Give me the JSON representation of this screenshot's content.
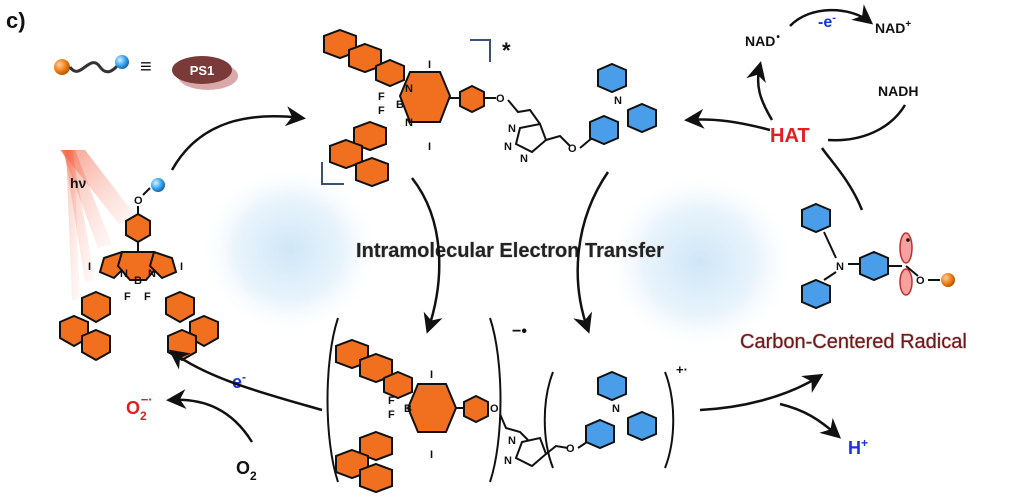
{
  "panel_label": "c)",
  "ps1_label": "PS1",
  "equiv_symbol": "≡",
  "excited_star": "*",
  "hv_label": "hν",
  "center_title": "Intramolecular Electron Transfer",
  "nad_radical": "NAD",
  "nad_radical_dot": "•",
  "electron_loss": "-e",
  "electron_loss_sup": "-",
  "nad_plus": "NAD",
  "nad_plus_sup": "+",
  "nadh": "NADH",
  "hat": "HAT",
  "carbon_radical": "Carbon-Centered Radical",
  "electron": "e",
  "electron_sup": "-",
  "superoxide": "O",
  "superoxide_sub": "2",
  "superoxide_sup": "−·",
  "oxygen": "O",
  "oxygen_sub": "2",
  "proton": "H",
  "proton_sup": "+",
  "anion_charge": "−•",
  "cation_charge": "+·",
  "atoms": {
    "N": "N",
    "B": "B",
    "F": "F",
    "I": "I",
    "O": "O"
  },
  "colors": {
    "bodipy_orange": "#f07020",
    "phenyl_blue": "#4a9de8",
    "ps1_fill": "#7a3a3a",
    "hat_red": "#e02020",
    "radical_brown": "#6a1a1a",
    "electron_blue": "#1a33e0",
    "glow_blue": "#d8ecf8",
    "beam_red": "#f06040"
  }
}
